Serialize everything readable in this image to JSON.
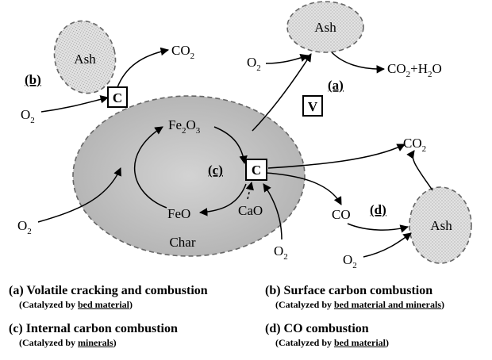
{
  "labels": {
    "ash_top_left": "Ash",
    "ash_top_right": "Ash",
    "ash_bottom_right": "Ash",
    "char": "Char",
    "c_box_left": "C",
    "c_box_mid": "C",
    "v_box": "V",
    "step_a": "(a)",
    "step_b": "(b)",
    "step_c": "(c)",
    "step_d": "(d)",
    "co_d": "CO",
    "feo": "FeO",
    "cao": "CaO",
    "o2": "O",
    "o2_sub": "2",
    "co2": "CO",
    "co2_sub": "2",
    "co2h2o_a": "CO",
    "co2h2o_sub1": "2",
    "co2h2o_b": "+H",
    "co2h2o_sub2": "2",
    "co2h2o_c": "O",
    "fe2o3_a": "Fe",
    "fe2o3_sub1": "2",
    "fe2o3_b": "O",
    "fe2o3_sub2": "3"
  },
  "legend": {
    "a": {
      "title": "(a) Volatile cracking and combustion",
      "prefix": "(Catalyzed by ",
      "catalyst": "bed material",
      "suffix": ")"
    },
    "b": {
      "title": "(b) Surface carbon combustion",
      "prefix": "(Catalyzed by ",
      "catalyst": "bed material and minerals",
      "suffix": ")"
    },
    "c": {
      "title": "(c) Internal carbon combustion",
      "prefix": "(Catalyzed by ",
      "catalyst": "minerals",
      "suffix": ")"
    },
    "d": {
      "title": "(d) CO combustion",
      "prefix": "(Catalyzed by ",
      "catalyst": "bed material",
      "suffix": ")"
    }
  },
  "colors": {
    "char_fill": "#bdbdbd",
    "ash_fill": "#dcdcdc",
    "dash_stroke": "#666666"
  }
}
